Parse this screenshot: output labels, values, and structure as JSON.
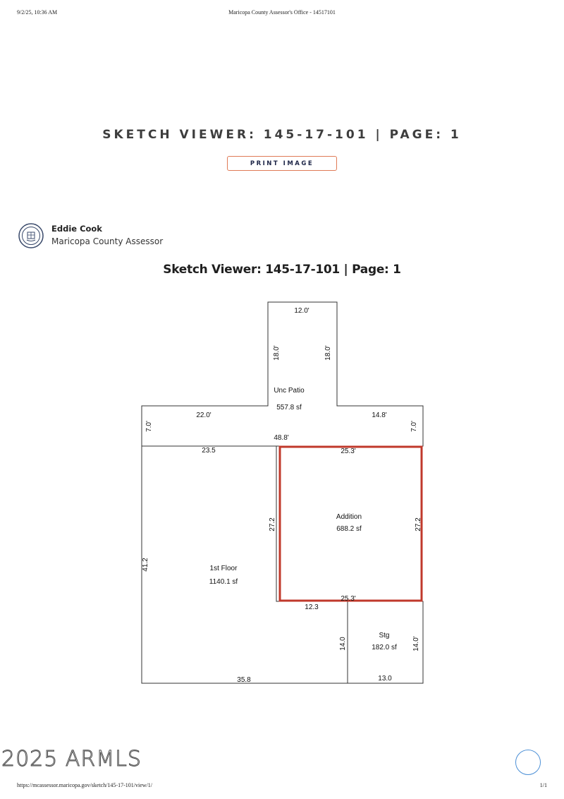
{
  "print_header": {
    "datetime": "9/2/25, 10:36 AM",
    "document_title": "Maricopa County Assessor's Office - 14517101"
  },
  "page": {
    "title": "SKETCH VIEWER: 145-17-101 | PAGE: 1",
    "print_button_label": "PRINT IMAGE"
  },
  "assessor": {
    "seal_icon": "maricopa-county-seal-icon",
    "name": "Eddie Cook",
    "title": "Maricopa County Assessor"
  },
  "sketch": {
    "title": "Sketch Viewer: 145-17-101 | Page: 1",
    "areas": {
      "unc_patio": {
        "label": "Unc Patio",
        "area": "557.8 sf"
      },
      "addition": {
        "label": "Addition",
        "area": "688.2 sf"
      },
      "first_floor": {
        "label": "1st Floor",
        "area": "1140.1 sf"
      },
      "storage": {
        "label": "Stg",
        "area": "182.0 sf"
      }
    },
    "dimensions": {
      "patio_top": "12.0'",
      "patio_left": "18.0'",
      "patio_right": "18.0'",
      "patio_left_wing": "22.0'",
      "patio_right_wing": "14.8'",
      "patio_left_side": "7.0'",
      "patio_right_side": "7.0'",
      "patio_bottom": "48.8'",
      "floor_top_left": "23.5",
      "addition_top": "25.3'",
      "addition_left": "27.2",
      "addition_right": "27.2",
      "addition_bottom": "25.3'",
      "floor_left": "41.2",
      "floor_notch": "12.3",
      "storage_left": "14.0",
      "storage_right": "14.0'",
      "floor_bottom": "35.8",
      "storage_bottom": "13.0"
    },
    "highlight_color": "#c0392b"
  },
  "watermark": {
    "text": "2025 ARMLS",
    "circle_icon": "armls-logo-icon"
  },
  "print_footer": {
    "url": "https://mcassessor.maricopa.gov/sketch/145-17-101/view/1/",
    "page_count": "1/1"
  }
}
